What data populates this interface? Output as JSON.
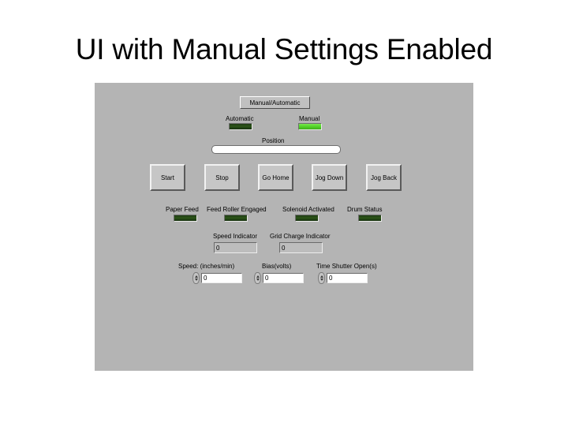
{
  "slide": {
    "title": "UI with Manual Settings Enabled"
  },
  "panel": {
    "background_color": "#b4b4b4",
    "mode_toggle": {
      "label": "Manual/Automatic"
    },
    "mode_leds": [
      {
        "label": "Automatic",
        "state": "off",
        "color": "#2c5518"
      },
      {
        "label": "Manual",
        "state": "on",
        "color": "#56d62c"
      }
    ],
    "position": {
      "label": "Position",
      "value": ""
    },
    "buttons": [
      {
        "label": "Start"
      },
      {
        "label": "Stop"
      },
      {
        "label": "Go Home"
      },
      {
        "label": "Jog Down"
      },
      {
        "label": "Jog Back"
      }
    ],
    "status_leds": [
      {
        "label": "Paper Feed",
        "state": "off",
        "color": "#2c5518"
      },
      {
        "label": "Feed Roller Engaged",
        "state": "off",
        "color": "#2c5518"
      },
      {
        "label": "Solenoid Activated",
        "state": "off",
        "color": "#2c5518"
      },
      {
        "label": "Drum Status",
        "state": "off",
        "color": "#2c5518"
      }
    ],
    "indicators": [
      {
        "label": "Speed Indicator",
        "value": "0"
      },
      {
        "label": "Grid Charge Indicator",
        "value": "0"
      }
    ],
    "numeric_controls": [
      {
        "label": "Speed: (inches/min)",
        "value": "0"
      },
      {
        "label": "Bias(volts)",
        "value": "0"
      },
      {
        "label": "Time Shutter Open(s)",
        "value": "0"
      }
    ]
  }
}
